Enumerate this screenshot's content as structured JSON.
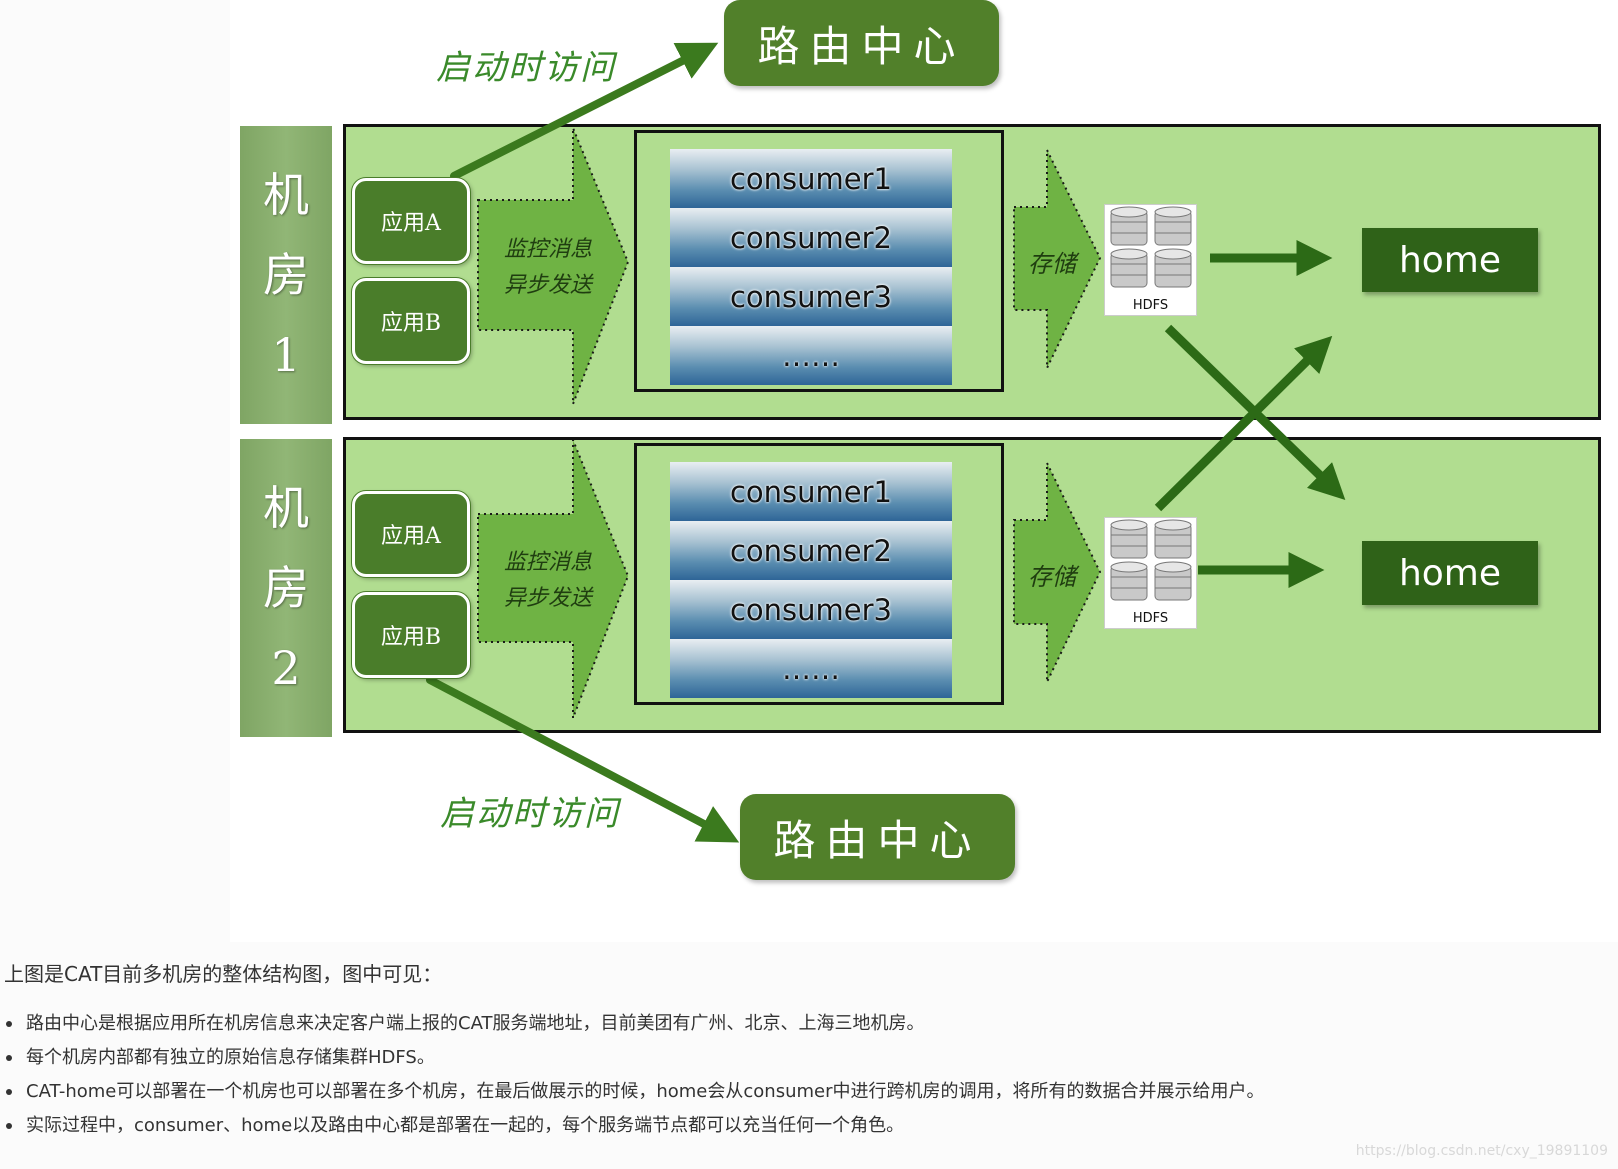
{
  "figure": {
    "route_center_label": "路由中心",
    "startup_access_label": "启动时访问",
    "rooms": [
      {
        "label_chars": [
          "机",
          "房",
          "1"
        ],
        "apps": [
          "应用A",
          "应用B"
        ],
        "async_send_label": [
          "监控消息",
          "异步发送"
        ],
        "consumers": [
          "consumer1",
          "consumer2",
          "consumer3",
          "……"
        ],
        "storage_label": "存储",
        "hdfs_label": "HDFS",
        "home_label": "home"
      },
      {
        "label_chars": [
          "机",
          "房",
          "2"
        ],
        "apps": [
          "应用A",
          "应用B"
        ],
        "async_send_label": [
          "监控消息",
          "异步发送"
        ],
        "consumers": [
          "consumer1",
          "consumer2",
          "consumer3",
          "……"
        ],
        "storage_label": "存储",
        "hdfs_label": "HDFS",
        "home_label": "home"
      }
    ],
    "colors": {
      "room_bg": "#b1dd90",
      "dark_green": "#2f6218",
      "arrow_green": "#3b7a1e",
      "route_green": "#51802a",
      "app_green": "#4a7d2a",
      "light_arrow": "#6fb344",
      "label_green": "#3a8a2a"
    }
  },
  "article": {
    "intro": "上图是CAT目前多机房的整体结构图，图中可见：",
    "bullets": [
      "路由中心是根据应用所在机房信息来决定客户端上报的CAT服务端地址，目前美团有广州、北京、上海三地机房。",
      "每个机房内部都有独立的原始信息存储集群HDFS。",
      "CAT-home可以部署在一个机房也可以部署在多个机房，在最后做展示的时候，home会从consumer中进行跨机房的调用，将所有的数据合并展示给用户。",
      "实际过程中，consumer、home以及路由中心都是部署在一起的，每个服务端节点都可以充当任何一个角色。"
    ],
    "watermark": "https://blog.csdn.net/cxy_19891109"
  }
}
